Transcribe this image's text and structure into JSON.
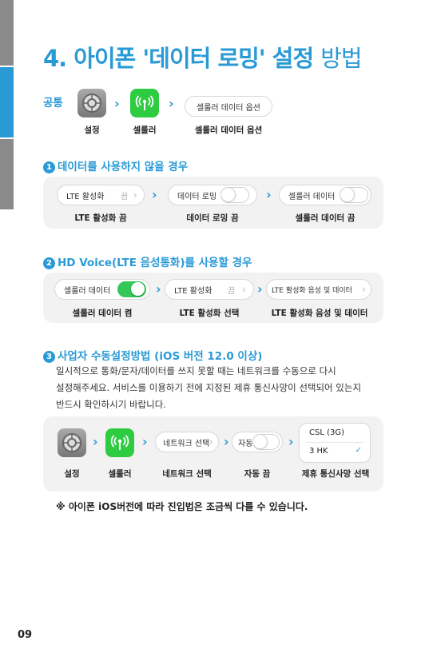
{
  "colors": {
    "accent": "#2a9ad6",
    "side_gray": "#8a8a8a",
    "side_blue": "#2a9ad6",
    "toggle_on": "#34c759",
    "cell_green": "#2ecc40"
  },
  "title": {
    "main": "4. 아이폰 '데이터 로밍' 설정",
    "tail": "방법"
  },
  "common": {
    "label": "공통",
    "settings_caption": "설정",
    "cellular_caption": "셀룰러",
    "option_pill": "셀룰러 데이터 옵션",
    "option_caption": "셀룰러 데이터 옵션"
  },
  "section1": {
    "num": "1",
    "heading": "데이터를 사용하지 않을 경우",
    "lte_label": "LTE 활성화",
    "lte_value": "끔",
    "roaming_label": "데이터 로밍",
    "cell_data_label": "셀룰러 데이터",
    "cap1": "LTE 활성화 끔",
    "cap2": "데이터 로밍 끔",
    "cap3": "셀룰러 데이터 끔"
  },
  "section2": {
    "num": "2",
    "heading": "HD Voice(LTE 음성통화)를 사용할 경우",
    "cell_data_label": "셀룰러 데이터",
    "lte_label": "LTE 활성화",
    "lte_value": "끔",
    "voice_label": "LTE 활성화 음성 및 데이터",
    "cap1": "셀룰러 데이터 켬",
    "cap2": "LTE 활성화 선택",
    "cap3": "LTE 활성화 음성 및 데이터"
  },
  "section3": {
    "num": "3",
    "heading": "사업자 수동설정방법 (iOS 버전 12.0 이상)",
    "para_line1": "일시적으로 통화/문자/데이터를 쓰지 못할 때는 네트워크를 수동으로 다시",
    "para_line2": "설정해주세요. 서비스를 이용하기 전에 지정된 제휴 통신사망이 선택되어 있는지",
    "para_line3": "반드시 확인하시기 바랍니다.",
    "network_pill": "네트워크 선택",
    "auto_pill": "자동",
    "carrier1": "CSL (3G)",
    "carrier2": "3 HK",
    "check": "✓",
    "cap1": "설정",
    "cap2": "셀룰러",
    "cap3": "네트워크 선택",
    "cap4": "자동 끔",
    "cap5": "제휴 통신사망 선택"
  },
  "note": "※ 아이폰 iOS버전에 따라 진입법은 조금씩 다를 수 있습니다.",
  "page_number": "09",
  "icons": [
    "settings-gear-icon",
    "cellular-antenna-icon",
    "chevron-right-icon",
    "check-icon"
  ]
}
